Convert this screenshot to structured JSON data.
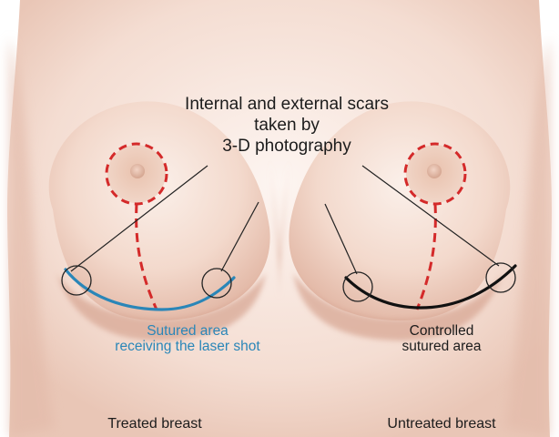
{
  "labels": {
    "title_line1": "Internal and external scars",
    "title_line2": "taken by",
    "title_line3": "3-D photography",
    "blue_line1": "Sutured area",
    "blue_line2": "receiving the laser shot",
    "black_line1": "Controlled",
    "black_line2": "sutured area",
    "left_caption": "Treated breast",
    "right_caption": "Untreated breast"
  },
  "colors": {
    "skin_light": "#fbf1ec",
    "skin_shadow": "#d9aa98",
    "areola": "#e8c4b2",
    "dashed_outline": "#d42a2a",
    "laser_suture": "#2a86b8",
    "control_suture": "#111111",
    "leader_line": "#222222"
  }
}
